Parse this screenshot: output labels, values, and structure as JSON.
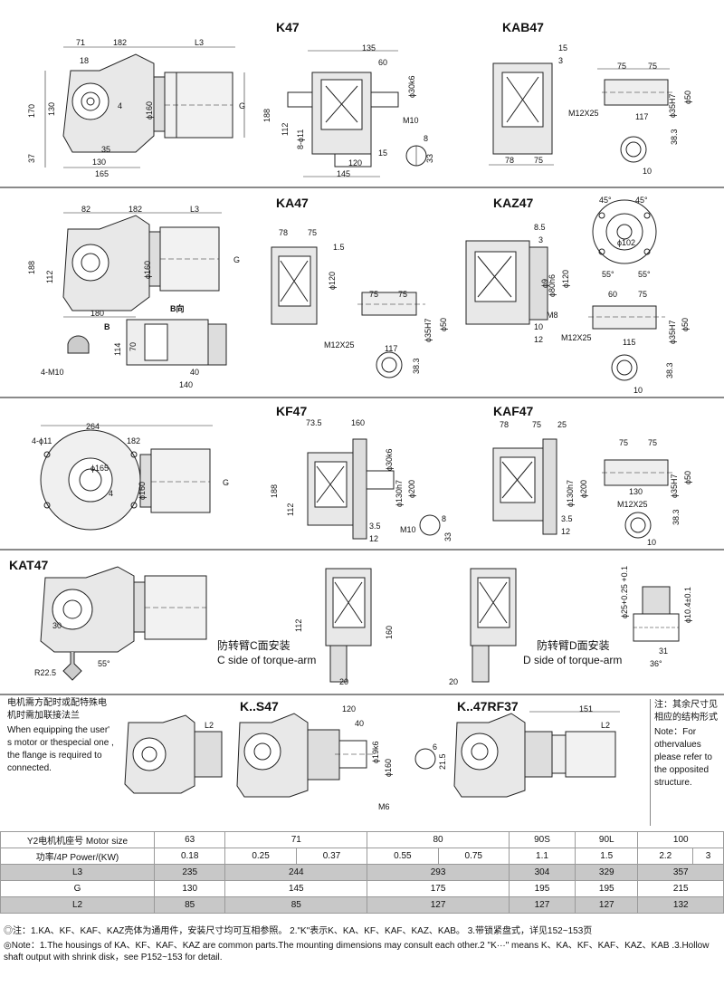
{
  "panels": {
    "k47": {
      "title_k47": "K47",
      "title_kab47": "KAB47",
      "dims": [
        "71",
        "182",
        "L3",
        "18",
        "170",
        "130",
        "4",
        "ϕ160",
        "G",
        "35",
        "37",
        "130",
        "165",
        "135",
        "60",
        "ϕ30k6",
        "188",
        "112",
        "8-ϕ11",
        "M10",
        "120",
        "15",
        "145",
        "8",
        "33",
        "15",
        "3",
        "75",
        "75",
        "ϕ50",
        "ϕ35H7",
        "M12X25",
        "117",
        "38.3",
        "78",
        "75",
        "10"
      ]
    },
    "ka47": {
      "title_ka47": "KA47",
      "title_kaz47": "KAZ47",
      "b_view": "B向",
      "b_label": "B",
      "dims": [
        "82",
        "182",
        "L3",
        "188",
        "112",
        "ϕ160",
        "G",
        "180",
        "114",
        "70",
        "4-M10",
        "40",
        "140",
        "78",
        "75",
        "1.5",
        "ϕ120",
        "75",
        "75",
        "ϕ50",
        "ϕ35H7",
        "M12X25",
        "117",
        "38.3",
        "8.5",
        "3",
        "ϕ9",
        "ϕ80h6",
        "ϕ120",
        "M8",
        "10",
        "12",
        "45°",
        "45°",
        "ϕ102",
        "55°",
        "55°",
        "60",
        "75",
        "ϕ35H7",
        "ϕ50",
        "M12X25",
        "115",
        "38.3",
        "10"
      ]
    },
    "kf47": {
      "title_kf47": "KF47",
      "title_kaf47": "KAF47",
      "dims": [
        "264",
        "4-ϕ11",
        "182",
        "ϕ165",
        "4",
        "ϕ160",
        "G",
        "73.5",
        "160",
        "ϕ30k6",
        "188",
        "112",
        "ϕ130h7",
        "ϕ200",
        "3.5",
        "12",
        "M10",
        "8",
        "33",
        "78",
        "75",
        "25",
        "ϕ130h7",
        "ϕ200",
        "3.5",
        "12",
        "75",
        "75",
        "ϕ50",
        "ϕ35H7",
        "130",
        "M12X25",
        "38.3",
        "10"
      ]
    },
    "kat47": {
      "title": "KAT47",
      "c_side_cn": "防转臂C面安装",
      "c_side_en": "C side of torque-arm",
      "d_side_cn": "防转臂D面安装",
      "d_side_en": "D side of torque-arm",
      "dims": [
        "30",
        "R22.5",
        "55°",
        "112",
        "160",
        "20",
        "20",
        "ϕ25+0.25 +0.1",
        "ϕ10.4±0.1",
        "31",
        "36°"
      ]
    },
    "ks47": {
      "note_left_cn": "电机需方配时或配特殊电机时需加联接法兰",
      "note_left_en": "When equipping the user' s motor or thespecial one , the flange is required to connected.",
      "title_ks47": "K..S47",
      "title_krf": "K..47RF37",
      "note_right_cn": "注：其余尺寸见相应的结构形式",
      "note_right_en": "Note：For othervalues please refer to the opposited structure.",
      "dims": [
        "L2",
        "120",
        "40",
        "ϕ19k6",
        "ϕ160",
        "M6",
        "6",
        "21.5",
        "151",
        "L2"
      ]
    }
  },
  "table": {
    "header_motor": "Y2电机机座号 Motor size",
    "header_power": "功率/4P Power/(KW)",
    "motor_sizes": [
      "63",
      "71",
      "80",
      "90S",
      "90L",
      "100"
    ],
    "powers": [
      "0.18",
      "0.25",
      "0.37",
      "0.55",
      "0.75",
      "1.1",
      "1.5",
      "2.2",
      "3"
    ],
    "l3_label": "L3",
    "l3": [
      "235",
      "244",
      "293",
      "304",
      "329",
      "357"
    ],
    "g_label": "G",
    "g": [
      "130",
      "145",
      "175",
      "195",
      "195",
      "215"
    ],
    "l2_label": "L2",
    "l2": [
      "85",
      "85",
      "127",
      "127",
      "127",
      "132"
    ]
  },
  "footnote_cn": "◎注：1.KA、KF、KAF、KAZ壳体为通用件，安装尺寸均可互相参照。 2.\"K\"表示K、KA、KF、KAF、KAZ、KAB。 3.带锁紧盘式，详见152~153页",
  "footnote_en": "◎Note：1.The housings of KA、KF、KAF、KAZ are common parts.The mounting dimensions may consult each other.2 \"K···\" means K、KA、KF、KAF、KAZ、KAB .3.Hollow shaft output with shrink disk，see P152~153 for detail."
}
